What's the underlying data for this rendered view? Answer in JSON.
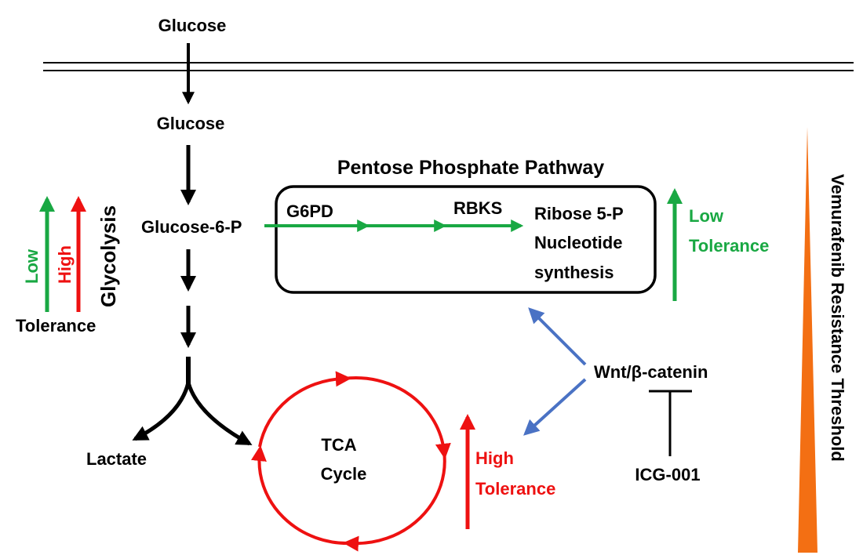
{
  "labels": {
    "glucose_outside": "Glucose",
    "glucose_inside": "Glucose",
    "glucose_6p": "Glucose-6-P",
    "ppp_title": "Pentose Phosphate Pathway",
    "g6pd": "G6PD",
    "rbks": "RBKS",
    "ribose_line1": "Ribose 5-P",
    "ribose_line2": "Nucleotide",
    "ribose_line3": "synthesis",
    "low_tolerance_line1": "Low",
    "low_tolerance_line2": "Tolerance",
    "glycolysis": "Glycolysis",
    "glyco_low": "Low",
    "glyco_high": "High",
    "glyco_tolerance": "Tolerance",
    "lactate": "Lactate",
    "tca_line1": "TCA",
    "tca_line2": "Cycle",
    "high_tolerance_line1": "High",
    "high_tolerance_line2": "Tolerance",
    "wnt": "Wnt/β-catenin",
    "icg": "ICG-001",
    "threshold": "Vemurafenib Resistance Threshold"
  },
  "colors": {
    "green": "#19a843",
    "red": "#ee1111",
    "blue": "#4a72c4",
    "orange": "#f36f13",
    "black": "#000000"
  }
}
